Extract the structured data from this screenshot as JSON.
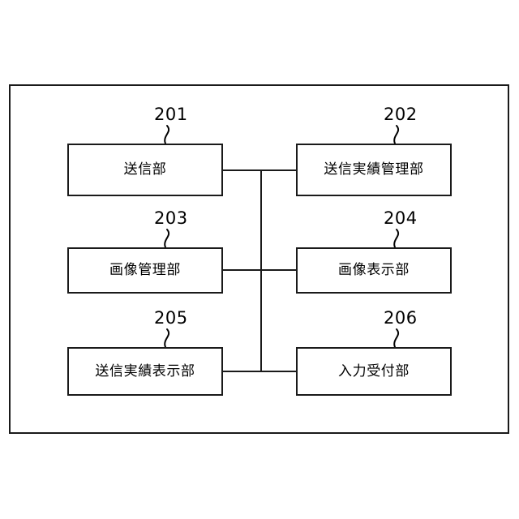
{
  "figure": {
    "frame_label": "apparatus-outer-frame",
    "background_color": "#ffffff",
    "line_color": "#1a1a1a"
  },
  "units": [
    {
      "ref": "201",
      "name": "送信部",
      "column": "left",
      "row": 1
    },
    {
      "ref": "202",
      "name": "送信実績管理部",
      "column": "right",
      "row": 1
    },
    {
      "ref": "203",
      "name": "画像管理部",
      "column": "left",
      "row": 2
    },
    {
      "ref": "204",
      "name": "画像表示部",
      "column": "right",
      "row": 2
    },
    {
      "ref": "205",
      "name": "送信実績表示部",
      "column": "left",
      "row": 3
    },
    {
      "ref": "206",
      "name": "入力受付部",
      "column": "right",
      "row": 3
    }
  ],
  "bus": {
    "orientation": "vertical",
    "description": "central interconnect bus"
  }
}
